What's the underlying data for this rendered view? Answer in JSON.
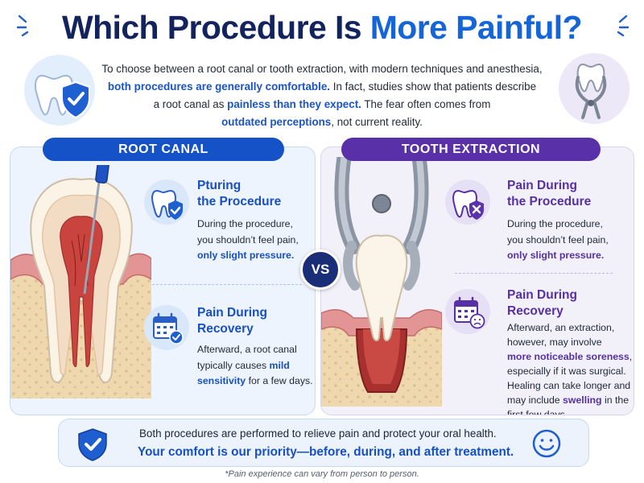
{
  "title": {
    "part1": "Which Procedure Is ",
    "part2": "More Painful?"
  },
  "intro": {
    "line1": "To choose between a root canal or tooth extraction, with modern techniques and anesthesia,",
    "line2_bold": "both procedures are generally comfortable.",
    "line2_rest": " In fact, studies show that patients describe",
    "line3_start": "a root canal as ",
    "line3_bold": "painless than they expect.",
    "line3_rest": " The fear often comes from",
    "line4_bold": "outdated perceptions",
    "line4_rest": ", not current reality."
  },
  "root_canal": {
    "label": "ROOT CANAL",
    "during": {
      "title1": "Pturing",
      "title2": "the Procedure",
      "line1": "During the procedure,",
      "line2": "you shouldn’t feel pain,",
      "line3_bold": "only slight pressure."
    },
    "recovery": {
      "title1": "Pain During",
      "title2": "Recovery",
      "line1": "Afterward, a root canal",
      "line2_start": "typically causes ",
      "line2_bold": "mild",
      "line3_bold": "sensitivity",
      "line3_rest": " for a few days."
    }
  },
  "vs_label": "VS",
  "tooth_extraction": {
    "label": "TOOTH EXTRACTION",
    "during": {
      "title1": "Pain During",
      "title2": "the Procedure",
      "line1": "During the procedure,",
      "line2": "you shouldn’t feel pain,",
      "line3_bold": "only slight pressure."
    },
    "recovery": {
      "title1": "Pain During",
      "title2": "Recovery",
      "line1": "Afterward, an extraction,",
      "line2": "however, may involve",
      "line3_bold": "more noticeable soreness",
      "line3_rest": ",",
      "line4": "especially if it was surgical.",
      "line5": "Healing can take longer and",
      "line6": "may include ",
      "line6_bold": "swelling",
      "line6_rest": " in the",
      "line7": "first few days."
    }
  },
  "footer": {
    "line1": "Both procedures are performed to relieve pain and protect your oral health.",
    "line2": "Your comfort is our priority—before, during, and after treatment."
  },
  "footnote": "*Pain experience can vary from person to person.",
  "icons": {
    "intro_left": "tooth-shield-icon",
    "intro_right": "tooth-forceps-icon",
    "root_canal_during": "tooth-check-icon",
    "root_canal_recovery": "calendar-check-icon",
    "extraction_during": "tooth-x-icon",
    "extraction_recovery": "calendar-sad-icon",
    "footer_left": "shield-check-icon",
    "footer_right": "smiley-icon"
  },
  "colors": {
    "title_dark": "#13235e",
    "title_accent": "#1565d8",
    "root_canal_accent": "#1652c7",
    "extraction_accent": "#5930a8",
    "vs_badge": "#1a2e78"
  }
}
